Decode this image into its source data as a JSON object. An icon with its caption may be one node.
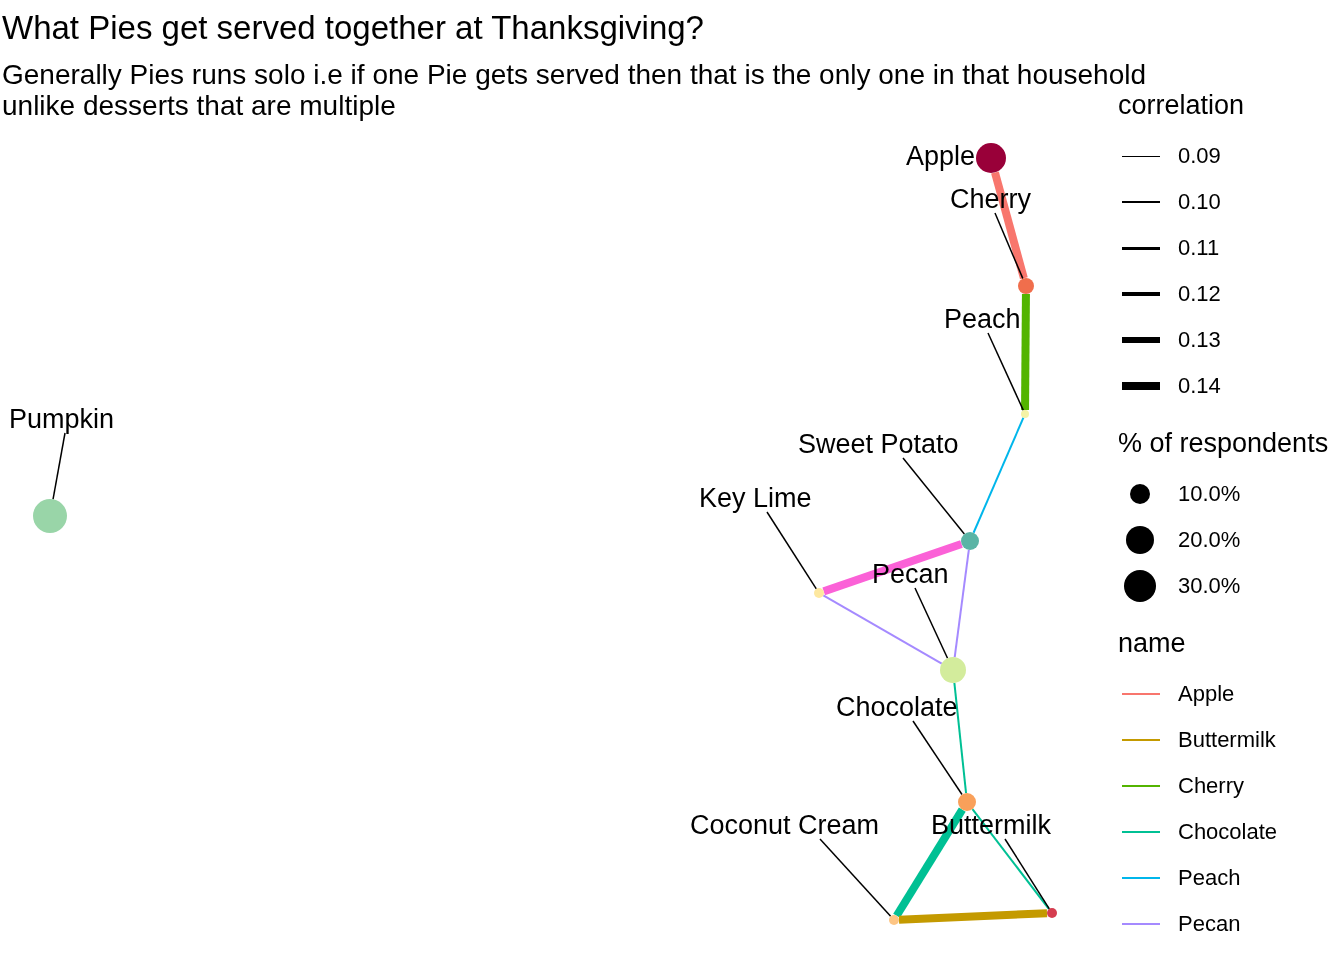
{
  "diagram": {
    "title": "What Pies get served together at Thanksgiving?",
    "nodes": [
      {
        "text": [],
        "shape": "circle",
        "beside": [
          "Apple"
        ]
      },
      {
        "text": [],
        "shape": "circle"
      },
      {
        "text": [],
        "shape": "circle"
      },
      {
        "text": [],
        "shape": "circle"
      },
      {
        "text": [],
        "shape": "circle"
      },
      {
        "text": [],
        "shape": "circle"
      },
      {
        "text": [],
        "shape": "circle"
      },
      {
        "text": [],
        "shape": "circle"
      },
      {
        "text": [],
        "shape": "circle"
      },
      {
        "text": [],
        "shape": "circle"
      },
      {
        "text": [
          "Cherry"
        ]
      },
      {
        "text": [
          "Peach"
        ]
      },
      {
        "text": [
          "Sweet Potato"
        ]
      },
      {
        "text": [
          "Key Lime"
        ]
      },
      {
        "text": [
          "Pecan"
        ]
      },
      {
        "text": [
          "Chocolate"
        ]
      },
      {
        "text": [
          "Coconut Cream"
        ]
      },
      {
        "text": [
          "Buttermilk"
        ]
      },
      {
        "text": [
          "Pumpkin"
        ]
      }
    ],
    "edges": [
      {
        "from": 0,
        "to": 1,
        "arrow": "none",
        "style": "thick",
        "color": "#f8766d"
      },
      {
        "from": 1,
        "to": 2,
        "arrow": "none",
        "style": "thick",
        "color": "#53b400"
      },
      {
        "from": 2,
        "to": 3,
        "arrow": "none",
        "color": "#00b6eb"
      },
      {
        "from": 3,
        "to": 4,
        "arrow": "none",
        "style": "thick",
        "color": "#fb61d7"
      },
      {
        "from": 5,
        "to": 4,
        "arrow": "none",
        "color": "#a58aff"
      },
      {
        "from": 5,
        "to": 3,
        "arrow": "none",
        "color": "#a58aff"
      },
      {
        "from": 6,
        "to": 5,
        "arrow": "none",
        "color": "#00c094"
      },
      {
        "from": 6,
        "to": 7,
        "arrow": "none",
        "style": "thick",
        "color": "#00c094"
      },
      {
        "from": 6,
        "to": 8,
        "arrow": "none",
        "color": "#00c094"
      },
      {
        "from": 8,
        "to": 7,
        "arrow": "none",
        "style": "thick",
        "color": "#c49a00"
      },
      {
        "from": 10,
        "to": 1,
        "arrow": "none"
      },
      {
        "from": 11,
        "to": 2,
        "arrow": "none"
      },
      {
        "from": 12,
        "to": 3,
        "arrow": "none"
      },
      {
        "from": 13,
        "to": 4,
        "arrow": "none"
      },
      {
        "from": 14,
        "to": 5,
        "arrow": "none"
      },
      {
        "from": 15,
        "to": 6,
        "arrow": "none"
      },
      {
        "from": 16,
        "to": 7,
        "arrow": "none"
      },
      {
        "from": 17,
        "to": 8,
        "arrow": "none"
      },
      {
        "from": 18,
        "to": 9,
        "arrow": "none"
      }
    ],
    "labels": [
      "Generally Pies runs solo i.e if one Pie gets served then that is the only one in that household unlike desserts that are multiple",
      "correlation",
      "% of respondents",
      "name"
    ],
    "legend": [
      {
        "text": "0.09"
      },
      {
        "text": "0.10"
      },
      {
        "text": "0.11"
      },
      {
        "text": "0.12"
      },
      {
        "text": "0.13"
      },
      {
        "text": "0.14"
      },
      {
        "text": "10.0%"
      },
      {
        "text": "20.0%"
      },
      {
        "text": "30.0%"
      },
      {
        "text": "Apple",
        "color": "#f8766d"
      },
      {
        "text": "Buttermilk",
        "color": "#c49a00"
      },
      {
        "text": "Cherry",
        "color": "#53b400"
      },
      {
        "text": "Chocolate",
        "color": "#00c094"
      },
      {
        "text": "Peach",
        "color": "#00b6eb"
      },
      {
        "text": "Pecan",
        "color": "#a58aff"
      }
    ]
  }
}
